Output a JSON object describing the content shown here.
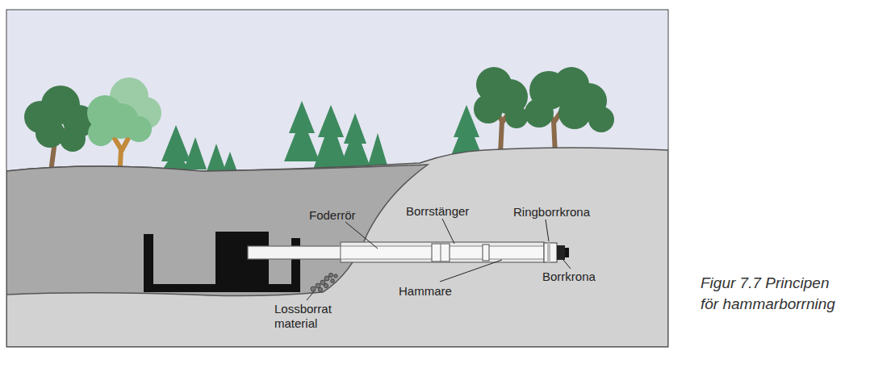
{
  "diagram": {
    "caption": "Figur 7.7 Principen för hammarborrning",
    "labels": [
      "Foderrör",
      "Borrstänger",
      "Ringborrkrona",
      "Hammare",
      "Borrkrona",
      "Lossborrat material"
    ]
  }
}
